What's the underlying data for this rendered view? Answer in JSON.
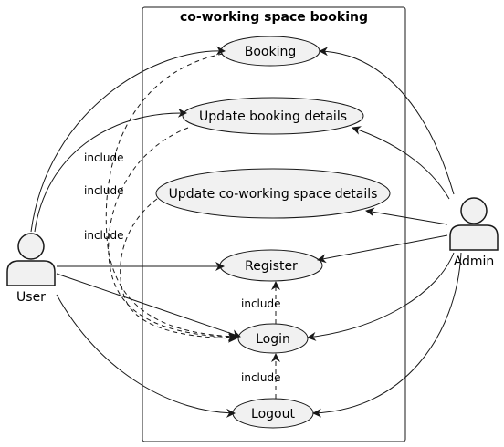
{
  "system": {
    "title": "co-working space booking"
  },
  "actors": {
    "user": "User",
    "admin": "Admin"
  },
  "use_cases": {
    "booking": "Booking",
    "update_booking": "Update booking details",
    "update_space": "Update co-working space details",
    "register": "Register",
    "login": "Login",
    "logout": "Logout"
  },
  "relations": {
    "include_label": "include"
  },
  "colors": {
    "use_case_fill": "#f1f1f1",
    "actor_fill": "#f1f1f1",
    "line": "#181818"
  }
}
